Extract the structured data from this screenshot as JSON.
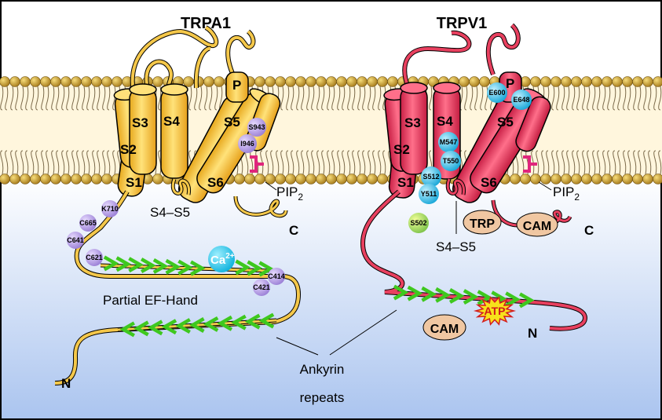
{
  "trpa1": {
    "title": "TRPA1",
    "helices": [
      "S1",
      "S2",
      "S3",
      "S4",
      "S5",
      "S6",
      "P"
    ],
    "residues": [
      "S943",
      "I946",
      "K710",
      "C665",
      "C641",
      "C621",
      "C414",
      "C421"
    ],
    "ion": "Ca",
    "ion_charge": "2+",
    "pip": "PIP",
    "pip_sub": "2",
    "linker": "S4–S5",
    "c_term": "C",
    "n_term": "N",
    "ef_hand": "Partial EF-Hand"
  },
  "trpv1": {
    "title": "TRPV1",
    "helices": [
      "S1",
      "S2",
      "S3",
      "S4",
      "S5",
      "S6",
      "P"
    ],
    "residues": [
      "E600",
      "E648",
      "M547",
      "T550",
      "S512",
      "Y511",
      "S502"
    ],
    "pip": "PIP",
    "pip_sub": "2",
    "linker": "S4–S5",
    "trp": "TRP",
    "cam": "CAM",
    "cam2": "CAM",
    "atp": "ATP",
    "c_term": "C",
    "n_term": "N"
  },
  "ankyrin": {
    "line1": "Ankyrin",
    "line2": "repeats"
  },
  "colors": {
    "trpa1": "#f5c84a",
    "trpv1": "#e8405f",
    "chevron": "#3ec81e",
    "residue_blue": "#2ec6f0",
    "residue_purple": "#b79ee6",
    "cam": "#f0c7a2",
    "lipid_head": "#c99b2b"
  }
}
